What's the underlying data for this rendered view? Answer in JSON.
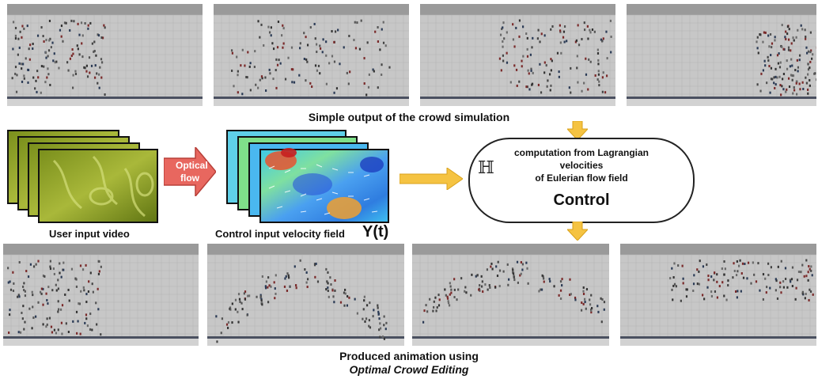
{
  "captions": {
    "simulation": "Simple output of the crowd simulation",
    "produced_line1": "Produced animation using",
    "produced_line2": "Optimal Crowd Editing"
  },
  "labels": {
    "user_input": "User input video",
    "control_input": "Control input velocity field",
    "velocity_symbol": "Y(t)",
    "optical_flow_line1": "Optical",
    "optical_flow_line2": "flow"
  },
  "control": {
    "symbol": "ℍ",
    "text_line1": "computation from Lagrangian",
    "text_line2": "velocities",
    "text_line3": "of Eulerian flow field",
    "title": "Control"
  },
  "colors": {
    "arrow_red": "#e8675f",
    "arrow_yellow": "#f5c342",
    "floor": "#c7c7c7",
    "wall": "#9a9a9a"
  }
}
